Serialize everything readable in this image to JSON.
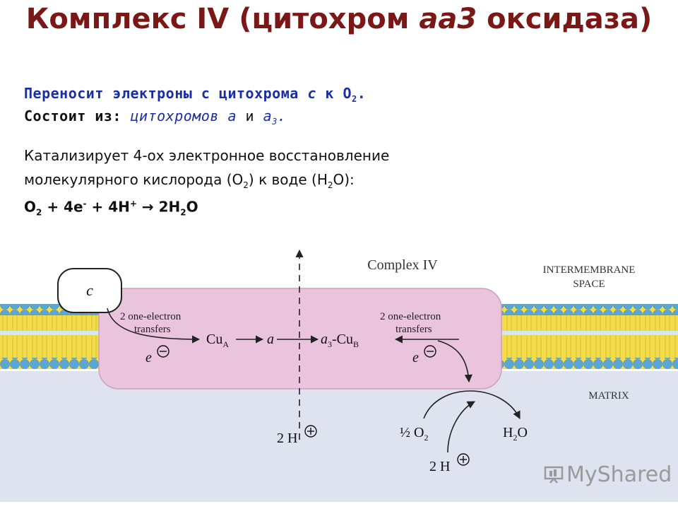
{
  "slide": {
    "title_part1": "Комплекс IV (цитохром ",
    "title_italic": "aa3",
    "title_part2": " оксидаза)",
    "line1_text": "Переносит электроны с цитохрома ",
    "line1_c": "c",
    "line1_mid": " к O",
    "line1_sub": "2",
    "line1_end": ".",
    "line2_bold": "Состоит из:",
    "line2_cytA": " цитохромов a",
    "line2_and": " и ",
    "line2_a3": "a",
    "line2_a3sub": "3",
    "line2_end": ".",
    "line3": "Катализирует 4-ох электронное восстановление",
    "line4_a": "молекулярного кислорода (O",
    "line4_sub1": "2",
    "line4_b": ") к воде (H",
    "line4_sub2": "2",
    "line4_c": "O):",
    "eq_o2": "O",
    "eq_o2sub": "2",
    "eq_mid1": " + 4e",
    "eq_esup": "-",
    "eq_mid2": " + 4H",
    "eq_hsup": "+",
    "eq_arrow": " → ",
    "eq_h2o": "2H",
    "eq_h2osub": "2",
    "eq_o": "O"
  },
  "diagram": {
    "complex_label": "Complex IV",
    "ims_label_1": "INTERMEMBRANE",
    "ims_label_2": "SPACE",
    "matrix_label": "MATRIX",
    "cyt_c": "c",
    "transfer_left_1": "2 one-electron",
    "transfer_left_2": "transfers",
    "transfer_right_1": "2 one-electron",
    "transfer_right_2": "transfers",
    "electron": "e",
    "cu_a": "Cu",
    "cu_a_sub": "A",
    "heme_a": "a",
    "heme_a3": "a",
    "heme_a3_sub": "3",
    "cu_b": "-Cu",
    "cu_b_sub": "B",
    "proton_left": "2 H",
    "half_o2": "½ O",
    "half_o2_sub": "2",
    "water": "H",
    "water_sub": "2",
    "water_o": "O",
    "proton_bottom": "2 H"
  },
  "watermark": "MyShared",
  "colors": {
    "title": "#7a1818",
    "blue_text": "#1c2fa0",
    "lipid_head": "#5aa7d6",
    "lipid_tail": "#f2dc4a",
    "complex_fill": "#eac3dc",
    "matrix_fill": "#dfe3ef"
  }
}
